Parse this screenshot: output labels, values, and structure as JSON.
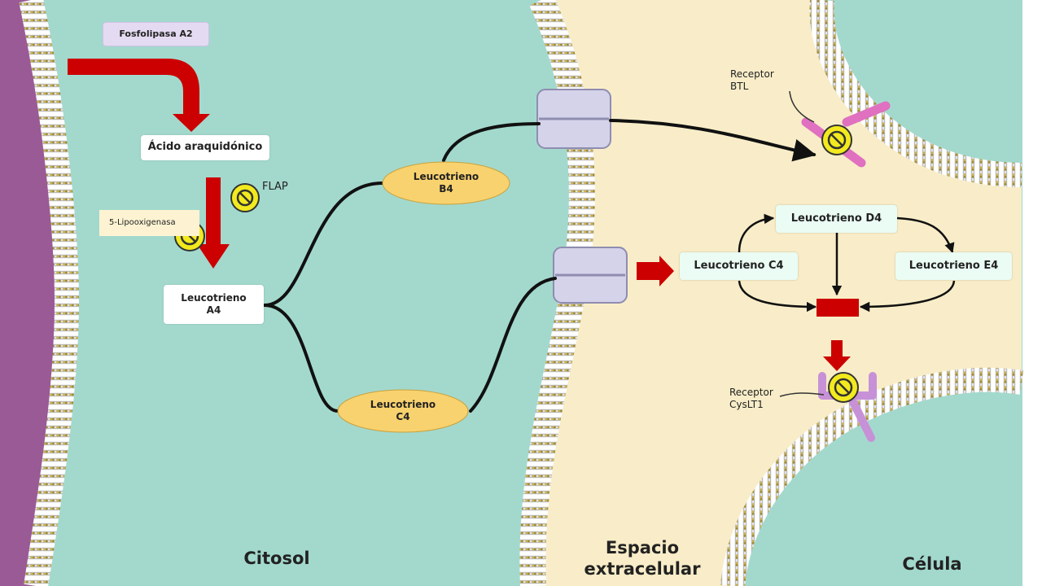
{
  "enzymes": {
    "phospholipase": "Fosfolipasa A2",
    "lipoxygenase": "5-Lipooxigenasa",
    "flap": "FLAP"
  },
  "metabolites": {
    "arachidonic_acid": "Ácido araquidónico",
    "lta4": "Leucotrieno\nA4",
    "ltb4": "Leucotrieno\nB4",
    "ltc4_cytosol": "Leucotrieno\nC4",
    "ltc4": "Leucotrieno C4",
    "ltd4": "Leucotrieno D4",
    "lte4": "Leucotrieno E4"
  },
  "receptors": {
    "btl": "Receptor\nBTL",
    "cyslt1": "Receptor\nCysLT1"
  },
  "regions": {
    "cytosol": "Citosol",
    "extracellular": "Espacio\nextracelular",
    "cell": "Célula"
  },
  "colors": {
    "cytosol": "#a3d9cd",
    "extracellular": "#f8edc8",
    "nucleus": "#9a5a96",
    "red_arrow": "#cc0000",
    "oval": "#f8d26e",
    "inhibitor": "#f2ea1e",
    "receptor_btl": "#e070c0",
    "receptor_cyslt1": "#c791d8",
    "channel": "#d5d3ea"
  },
  "icons": [
    "inhibitor-icon",
    "transport-channel-icon",
    "receptor-icon"
  ]
}
